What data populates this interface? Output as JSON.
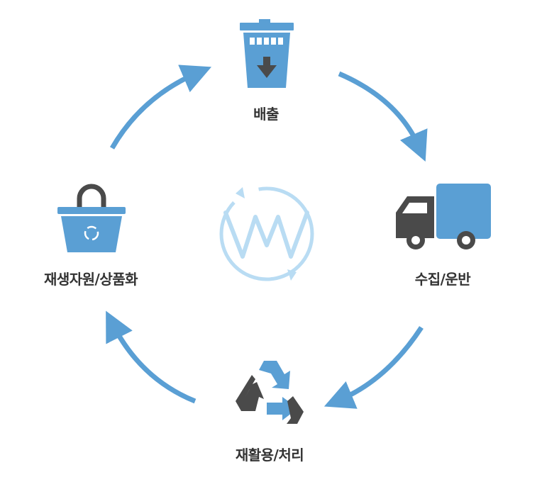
{
  "steps": [
    {
      "id": "discharge",
      "label": "배출",
      "icon": "trash-bin-icon"
    },
    {
      "id": "collect",
      "label": "수집/운반",
      "icon": "truck-icon"
    },
    {
      "id": "recycle",
      "label": "재활용/처리",
      "icon": "recycle-icon"
    },
    {
      "id": "resource",
      "label": "재생자원/상품화",
      "icon": "shopping-basket-icon"
    }
  ],
  "center_icon": "circular-wave-logo-icon",
  "colors": {
    "primary_blue": "#5a9fd4",
    "dark_gray": "#4a4a4a",
    "light_blue": "#b9dcf3",
    "text": "#333333"
  }
}
